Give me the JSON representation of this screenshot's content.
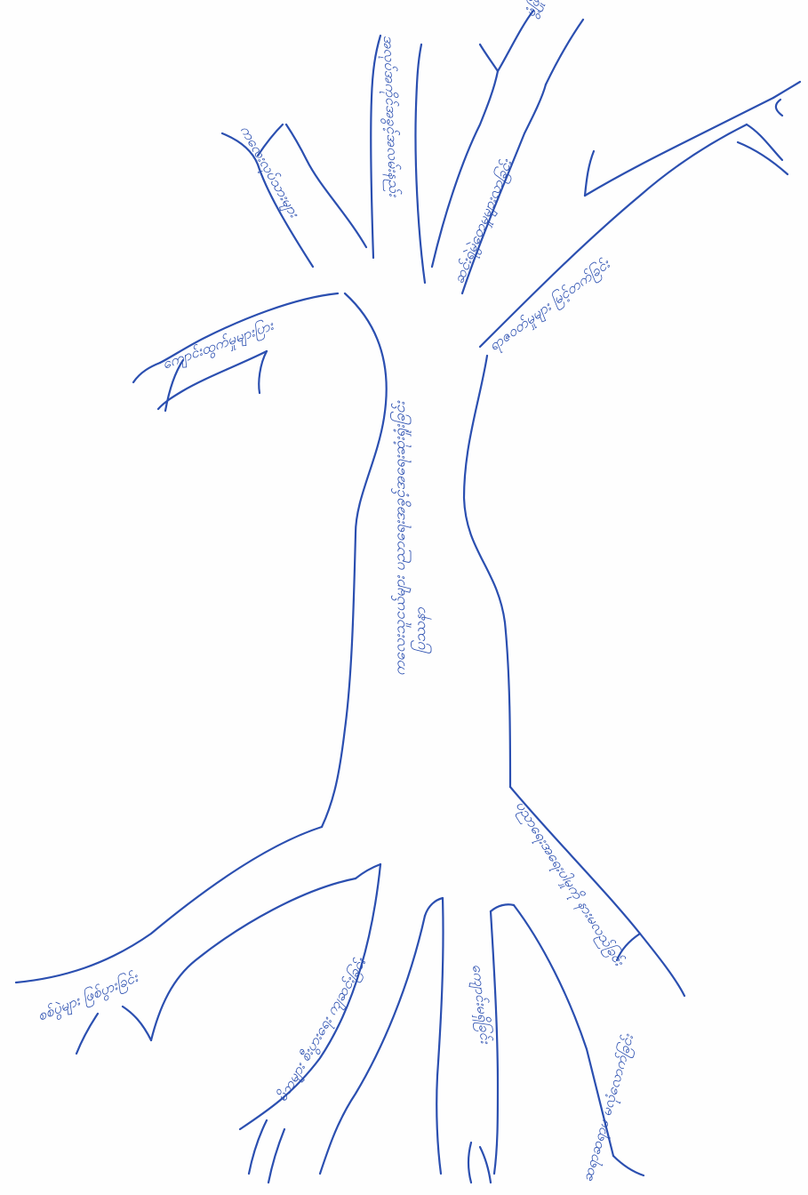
{
  "diagram": {
    "type": "problem-tree",
    "ink_color": "#2b4fb0",
    "background": "#ffffff",
    "trunk": {
      "label_line1": "ပြဿနာ",
      "label_line2": "ကလေးသူငယ်များ ပညာရေးအခွင့်အရေးဆုံးရှုံးခြင်း"
    },
    "branches": [
      {
        "id": "b1",
        "label": "ကျောင်းထွက်မှုများပြား"
      },
      {
        "id": "b2",
        "label": "ကလေးလုပ်သားများ"
      },
      {
        "id": "b3",
        "label": "အလုပ်အကိုင်အခွင့်အလမ်းနည်း"
      },
      {
        "id": "b4",
        "label": "ဆင်းရဲမွဲတေမှုများလာခြင်း"
      },
      {
        "id": "b5",
        "label": "ဖွံ့ဖြိုးတိုးတက်မှုနှေးကွေးခြင်း"
      },
      {
        "id": "b6",
        "label": "ရာဇဝတ်မှုများ မြင့်တက်ခြင်း"
      }
    ],
    "roots": [
      {
        "id": "r1",
        "label": "စစ်ပွဲများ ဖြစ်ပွားခြင်း"
      },
      {
        "id": "r2",
        "label": "မိဘများ စီးပွားရေး ကျဆင်းခြင်း"
      },
      {
        "id": "r3",
        "label": "ကျောင်းမရှိခြင်း"
      },
      {
        "id": "r4",
        "label": "ဆရာဆရာမ မလုံလောက်ခြင်း"
      },
      {
        "id": "r5",
        "label": "ပညာရေးအရေးပါမှုကို နားမလည်ခြင်း"
      }
    ]
  }
}
